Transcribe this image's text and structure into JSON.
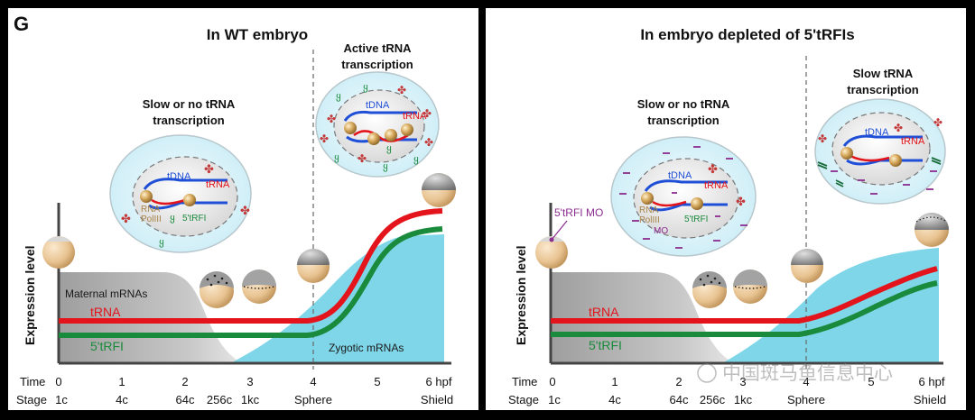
{
  "figure_label": "G",
  "watermark": "中国斑马鱼信息中心",
  "panels": [
    {
      "title": "In WT embryo",
      "left_cell_caption": [
        "Slow or no tRNA",
        "transcription"
      ],
      "right_cell_caption": [
        "Active tRNA",
        "transcription"
      ],
      "left_cell": {
        "tdna": "tDNA",
        "trna": "tRNA",
        "rna": "RNA",
        "polIII": "PolIII",
        "tRFI": "5'tRFI"
      },
      "right_cell": {
        "tdna": "tDNA",
        "trna": "tRNA"
      },
      "y_axis_label": "Expression level",
      "maternal_label": "Maternal mRNAs",
      "zygotic_label": "Zygotic mRNAs",
      "trna_line_label": "tRNA",
      "tRFI_line_label": "5'tRFI",
      "row_time_label": "Time",
      "row_stage_label": "Stage",
      "time_ticks": [
        "0",
        "1",
        "2",
        "3",
        "4",
        "5",
        "6 hpf"
      ],
      "stage_ticks": [
        "1c",
        "4c",
        "64c",
        "256c",
        "1kc",
        "Sphere",
        "Shield"
      ]
    },
    {
      "title": "In embryo depleted of 5'tRFIs",
      "left_cell_caption": [
        "Slow or no tRNA",
        "transcription"
      ],
      "right_cell_caption": [
        "Slow tRNA",
        "transcription"
      ],
      "left_cell": {
        "tdna": "tDNA",
        "trna": "tRNA",
        "rna": "RNA",
        "polIII": "PolIII",
        "tRFI": "5'tRFI",
        "mo": "MO"
      },
      "right_cell": {
        "tdna": "tDNA",
        "trna": "tRNA"
      },
      "mo_label": "5'tRFI MO",
      "y_axis_label": "Expression level",
      "trna_line_label": "tRNA",
      "tRFI_line_label": "5'tRFI",
      "row_time_label": "Time",
      "row_stage_label": "Stage",
      "time_ticks": [
        "0",
        "1",
        "2",
        "3",
        "4",
        "5",
        "6 hpf"
      ],
      "stage_ticks": [
        "1c",
        "4c",
        "64c",
        "256c",
        "1kc",
        "Sphere",
        "Shield"
      ]
    }
  ],
  "colors": {
    "trna": "#e3141b",
    "tRFI": "#1a8a3c",
    "zygotic": "#7fd6e8",
    "maternal": "#b9b9b9",
    "tdna": "#1f4fd6"
  }
}
